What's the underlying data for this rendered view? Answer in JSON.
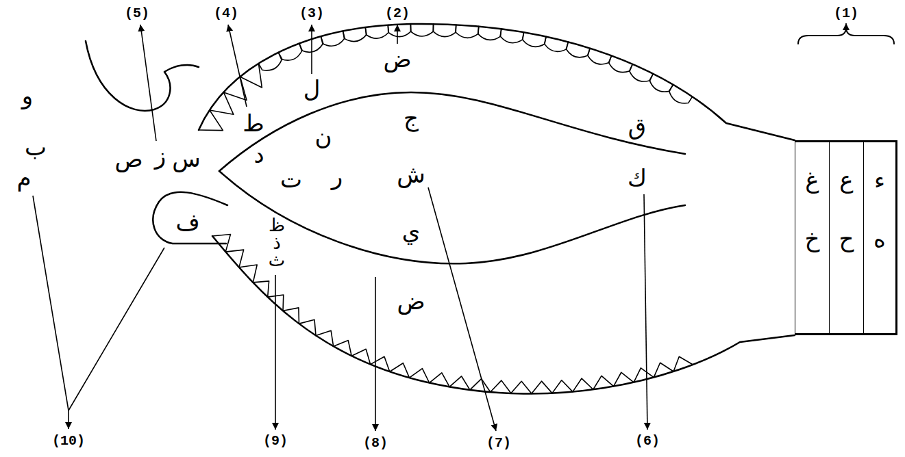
{
  "diagram": {
    "nodes": [
      {
        "text": [
          "غ",
          "خ"
        ]
      },
      {
        "text": [
          "ع",
          "ح"
        ]
      },
      {
        "text": [
          "ء",
          "ه"
        ]
      }
    ],
    "labels": [
      "(5)",
      "(4)",
      "(3)",
      "(2)",
      "(1)",
      "ض",
      "ل",
      "ط",
      "و",
      "ب",
      "م",
      "ص",
      "ز",
      "س",
      "د",
      "ن",
      "ت",
      "ر",
      "ظ",
      "ذ",
      "ث",
      "ج",
      "ش",
      "ي",
      "ض",
      "ق",
      "ك",
      "ف",
      "(10)",
      "(9)",
      "(8)",
      "(7)",
      "(6)"
    ]
  }
}
